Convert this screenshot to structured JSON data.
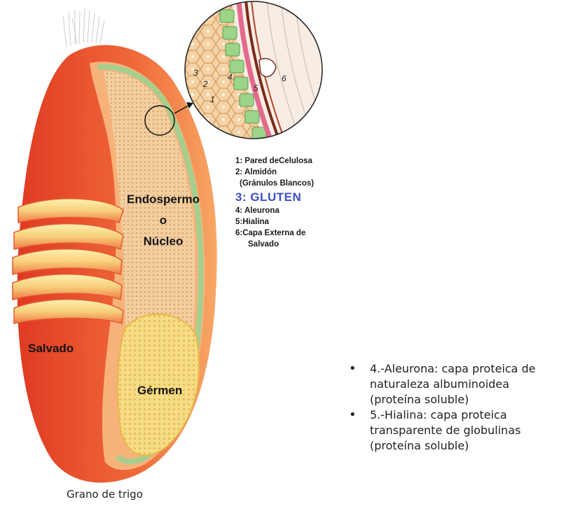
{
  "diagram": {
    "regions": {
      "endosperm": [
        "Endospermo",
        "o",
        "Núcleo"
      ],
      "bran": "Salvado",
      "germ": "Gérmen"
    },
    "zoom_numbers": [
      "3",
      "2",
      "1",
      "4",
      "5",
      "6"
    ],
    "legend": {
      "items": [
        "1: Pared deCelulosa",
        "2: Almidón",
        "(Gránulos Blancos)",
        "3: GLUTEN",
        "4: Aleurona",
        "5:Hialina",
        "6:Capa Externa de",
        "Salvado"
      ]
    },
    "caption": "Grano de trigo"
  },
  "notes": {
    "bullets": [
      [
        "4.-Aleurona: capa proteica de",
        "naturaleza albuminoidea",
        "(proteína soluble)"
      ],
      [
        "5.-Hialina: capa proteica",
        "transparente de globulinas",
        "(proteína soluble)"
      ]
    ]
  },
  "colors": {
    "bran_red": "#e8452a",
    "bran_orange": "#f5a060",
    "endosperm_tan": "#f2c99a",
    "aleurone_green": "#9fcf8a",
    "germ_yellow": "#f4d77a",
    "gluten_blue": "#3b4fc4",
    "hyaline_pink": "#e46a8c"
  }
}
